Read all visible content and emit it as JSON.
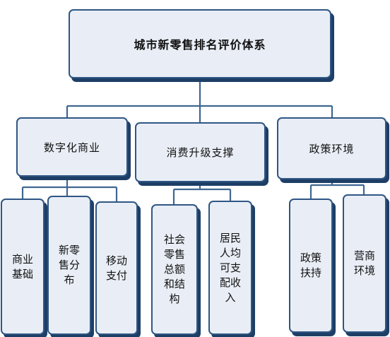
{
  "diagram": {
    "root": "城市新零售排名评价体系",
    "categories": [
      {
        "label": "数字化商业",
        "children": [
          "商业基础",
          "新零售分布",
          "移动支付"
        ]
      },
      {
        "label": "消费升级支撑",
        "children": [
          "社会零售总额和结构",
          "居民人均可支配收入"
        ]
      },
      {
        "label": "政策环境",
        "children": [
          "政策扶持",
          "营商环境"
        ]
      }
    ]
  }
}
